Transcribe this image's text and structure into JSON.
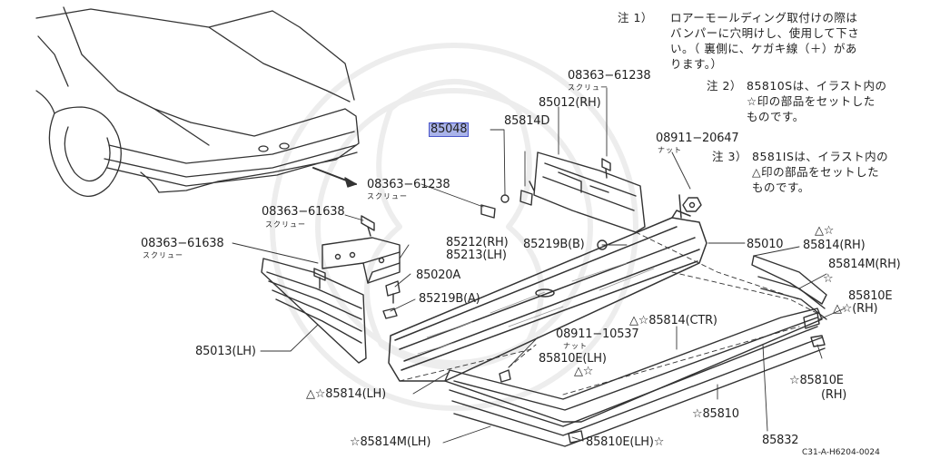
{
  "notes": {
    "note1": {
      "marker": "注 1）",
      "lines": [
        "ロアーモールディング取付けの際は",
        "バンパーに穴明けし、使用して下さ",
        "い。（ 裏側に、ケガキ線（＋）があ",
        "ります。）"
      ]
    },
    "note2": {
      "marker": "注 2）",
      "lines": [
        "85810Sは、イラスト内の",
        "☆印の部品をセットした",
        "ものです。"
      ]
    },
    "note3": {
      "marker": "注 3）",
      "lines": [
        "8581ISは、イラスト内の",
        "△印の部品をセットした",
        "ものです。"
      ]
    }
  },
  "labels": {
    "p08363_61238_top": "08363−61238",
    "sub_screw_top": "スクリュー",
    "p85012": "85012(RH)",
    "p85814D": "85814D",
    "p85048": "85048",
    "p08911_20647": "08911−20647",
    "sub_nut_right": "ナット",
    "p08363_61238_mid": "08363−61238",
    "sub_screw_mid": "スクリュー",
    "p08363_61638_a": "08363−61638",
    "sub_screw_a": "スクリュー",
    "p08363_61638_b": "08363−61638",
    "sub_screw_b": "スクリュー",
    "p85212": "85212(RH)",
    "p85213": "85213(LH)",
    "p85219B_B": "85219B(B)",
    "p85010": "85010",
    "p85814_rh_marks": "△☆",
    "p85814_rh": "85814(RH)",
    "p85814M_rh": "85814M(RH)",
    "p85814M_rh_star": "☆",
    "p85020A": "85020A",
    "p85219B_A": "85219B(A)",
    "p85810E_rh_top": "85810E",
    "p85810E_rh_top2": "△☆(RH)",
    "p85013": "85013(LH)",
    "p08911_10537": "08911−10537",
    "sub_nut_center": "ナット",
    "p85810E_lh": "85810E(LH)",
    "p85810E_lh_marks": "△☆",
    "p85814_ctr": "△☆85814(CTR)",
    "p85814_lh": "△☆85814(LH)",
    "p85810E_rh_low": "☆85810E",
    "p85810E_rh_low2": "(RH)",
    "p85810": "☆85810",
    "p85814M_lh": "☆85814M(LH)",
    "p85810E_lh_low": "85810E(LH)☆",
    "p85832": "85832",
    "diagram_code": "C31-A-H6204-0024"
  }
}
